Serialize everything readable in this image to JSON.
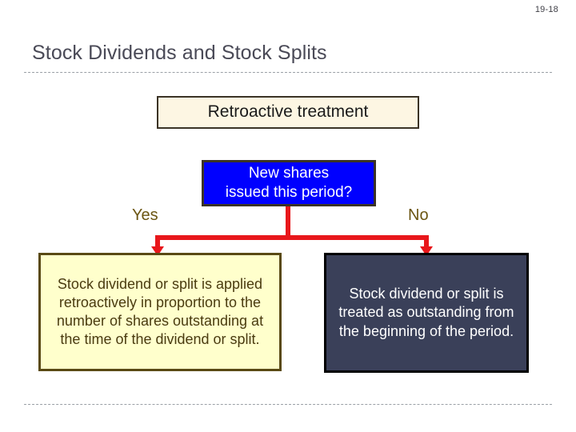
{
  "slide": {
    "page_number": "19-18",
    "title": "Stock Dividends and Stock Splits",
    "accent_red": "#e8171b",
    "title_color": "#4a4a57"
  },
  "flow": {
    "header_box": {
      "label": "Retroactive treatment",
      "bg": "#fdf6e3",
      "border": "#3b3326",
      "text_color": "#1a1a1a"
    },
    "decision_box": {
      "line1": "New shares",
      "line2": "issued this period?",
      "bg": "#0000ff",
      "border": "#3b3326",
      "text_color": "#ffffff"
    },
    "branches": [
      {
        "label": "Yes",
        "color": "#6b5512"
      },
      {
        "label": "No",
        "color": "#6b5512"
      }
    ],
    "outcome_yes": {
      "text": "Stock dividend or split is applied retroactively in proportion to the number of shares outstanding at the time of the dividend or split.",
      "bg": "#ffffcc",
      "border": "#5a4a14",
      "text_color": "#4a3b10"
    },
    "outcome_no": {
      "text": "Stock dividend or split is treated as outstanding from the beginning of the period.",
      "bg": "#3a4059",
      "border": "#000000",
      "text_color": "#ffffff"
    }
  }
}
